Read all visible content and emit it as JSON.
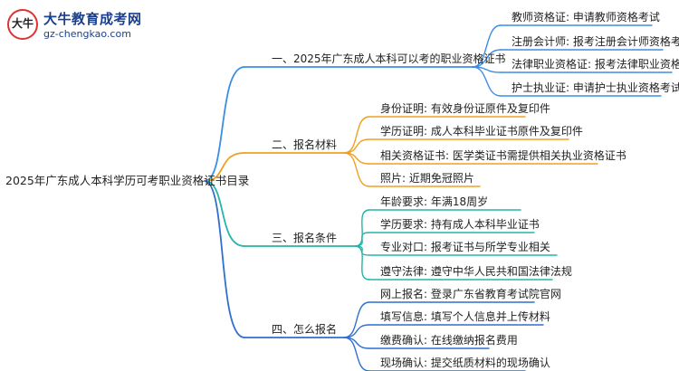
{
  "logo": {
    "mark": "大牛",
    "title": "大牛教育成考网",
    "url": "gz-chengkao.com"
  },
  "root": "2025年广东成人本科学历可考职业资格证书目录",
  "colors": {
    "branch1": "#3a8ee6",
    "branch2": "#f0a020",
    "branch3": "#27b5a5",
    "branch4": "#2f6fd0",
    "root_line": "#3a8ee6"
  },
  "branches": [
    {
      "label": "一、2025年广东成人本科可以考的职业资格证书",
      "children": [
        "教师资格证: 申请教师资格考试",
        "注册会计师: 报考注册会计师资格考试",
        "法律职业资格证: 报考法律职业资格考试",
        "护士执业证: 申请护士执业资格考试"
      ]
    },
    {
      "label": "二、报名材料",
      "children": [
        "身份证明: 有效身份证原件及复印件",
        "学历证明: 成人本科毕业证书原件及复印件",
        "相关资格证书: 医学类证书需提供相关执业资格证书",
        "照片: 近期免冠照片"
      ]
    },
    {
      "label": "三、报名条件",
      "children": [
        "年龄要求: 年满18周岁",
        "学历要求: 持有成人本科毕业证书",
        "专业对口: 报考证书与所学专业相关",
        "遵守法律: 遵守中华人民共和国法律法规"
      ]
    },
    {
      "label": "四、怎么报名",
      "children": [
        "网上报名: 登录广东省教育考试院官网",
        "填写信息: 填写个人信息并上传材料",
        "缴费确认: 在线缴纳报名费用",
        "现场确认: 提交纸质材料的现场确认"
      ]
    }
  ]
}
